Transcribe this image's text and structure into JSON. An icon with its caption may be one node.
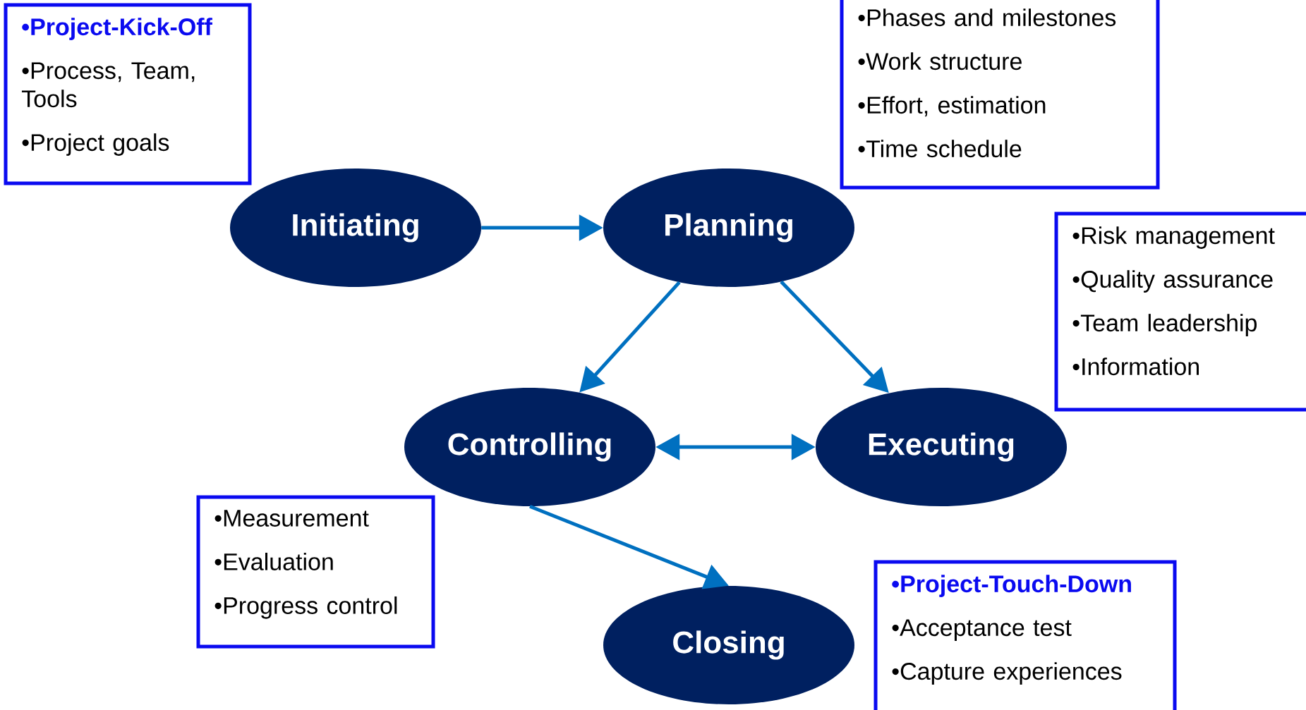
{
  "diagram": {
    "nodes": [
      {
        "text": [
          "Initiating"
        ]
      },
      {
        "text": [
          "Planning"
        ]
      },
      {
        "text": [
          "Controlling"
        ]
      },
      {
        "text": [
          "Executing"
        ]
      },
      {
        "text": [
          "Closing"
        ]
      },
      {
        "text": [
          "•Project-Kick-Off",
          "•Process, Team, Tools",
          "•Project goals"
        ]
      },
      {
        "text": [
          "•Phases and milestones",
          "•Work structure",
          "•Effort, estimation",
          "•Time schedule"
        ]
      },
      {
        "text": [
          "•Risk management",
          "•Quality assurance",
          "•Team leadership",
          "•Information"
        ]
      },
      {
        "text": [
          "•Measurement",
          "•Evaluation",
          "•Progress control"
        ]
      },
      {
        "text": [
          "•Project-Touch-Down",
          "•Acceptance test",
          "•Capture experiences"
        ]
      }
    ],
    "edges": [
      {
        "from": 0,
        "to": 1,
        "arrow": "to"
      },
      {
        "from": 1,
        "to": 2,
        "arrow": "to"
      },
      {
        "from": 1,
        "to": 3,
        "arrow": "to"
      },
      {
        "from": 2,
        "to": 3,
        "arrow": "both"
      },
      {
        "from": 2,
        "to": 4,
        "arrow": "to"
      }
    ]
  }
}
